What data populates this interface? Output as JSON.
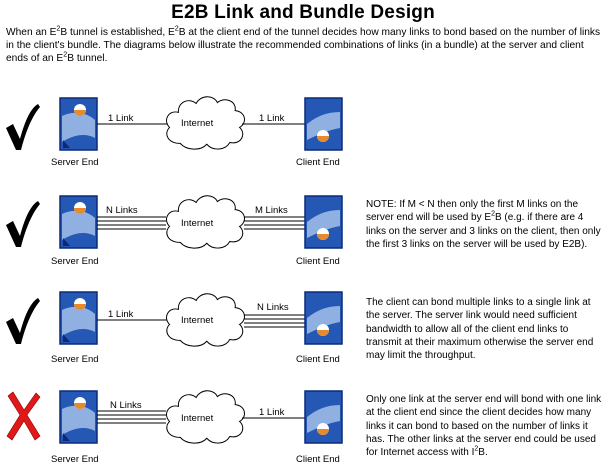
{
  "title": "E2B Link and Bundle Design",
  "intro": {
    "p1": "When an E",
    "p1_sup": "2",
    "p2": "B tunnel is established, E",
    "p2_sup": "2",
    "p3": "B at the client end of the tunnel decides how many links to bond based on the number of links in the client's bundle.  The diagrams below illustrate the recommended combinations of links (in a bundle) at the server and client ends of an E",
    "p3_sup": "2",
    "p4": "B tunnel."
  },
  "labels": {
    "server_end": "Server End",
    "client_end": "Client End",
    "internet": "Internet"
  },
  "rows": [
    {
      "status": "check",
      "server_link_label": "1 Link",
      "client_link_label": "1 Link"
    },
    {
      "status": "check",
      "server_link_label": "N Links",
      "client_link_label": "M Links",
      "note": {
        "a": "NOTE:  If M < N then only the first M links on the server end will be used by E",
        "a_sup": "2",
        "b": "B (e.g. if there are 4 links on the server and 3 links on the client, then only the first 3 links on the server will be used by E2B)."
      }
    },
    {
      "status": "check",
      "server_link_label": "1 Link",
      "client_link_label": "N Links",
      "note": {
        "a": "The client can bond multiple links to a single link at the server.  The server link would need sufficient bandwidth to allow all of the client end links to transmit at their maximum otherwise the server end may limit the throughput."
      }
    },
    {
      "status": "cross",
      "server_link_label": "N Links",
      "client_link_label": "1 Link",
      "note": {
        "a": "Only one link at the server end will bond with one link at the client end since the client decides how many links it can bond to based on the number of links it has.  The other links at the server end could be used for Internet access with I",
        "a_sup": "2",
        "b": "B."
      }
    }
  ],
  "colors": {
    "device_blue": "#2458b4",
    "device_dark": "#0a2a78",
    "device_accent": "#e68a2e",
    "device_wave": "#8fb0e0",
    "cross_red": "#e01818"
  },
  "icons": [
    "check-mark-icon",
    "cross-mark-icon",
    "cloud-icon",
    "server-device-icon",
    "client-device-icon"
  ]
}
